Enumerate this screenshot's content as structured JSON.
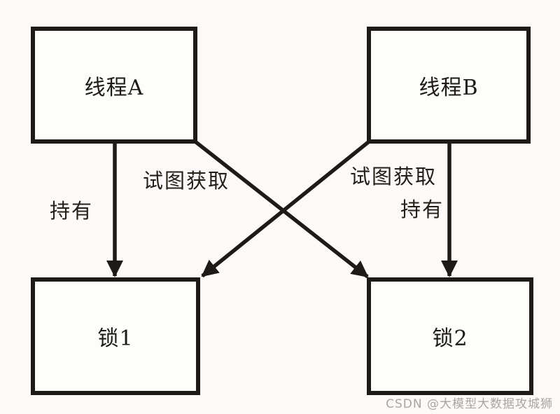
{
  "diagram": {
    "type": "deadlock-diagram",
    "nodes": [
      {
        "id": "thread-a",
        "label": "线程A"
      },
      {
        "id": "thread-b",
        "label": "线程B"
      },
      {
        "id": "lock-1",
        "label": "锁1"
      },
      {
        "id": "lock-2",
        "label": "锁2"
      }
    ],
    "edges": [
      {
        "from": "thread-a",
        "to": "lock-1",
        "label": "持有"
      },
      {
        "from": "thread-a",
        "to": "lock-2",
        "label": "试图获取"
      },
      {
        "from": "thread-b",
        "to": "lock-1",
        "label": "试图获取"
      },
      {
        "from": "thread-b",
        "to": "lock-2",
        "label": "持有"
      }
    ],
    "colors": {
      "line": "#1d1a18",
      "background": "#fbfaf8",
      "box_fill": "#fdfdfc",
      "watermark": "#aba59f"
    }
  },
  "watermark": {
    "text": "CSDN @大模型大数据攻城狮"
  }
}
